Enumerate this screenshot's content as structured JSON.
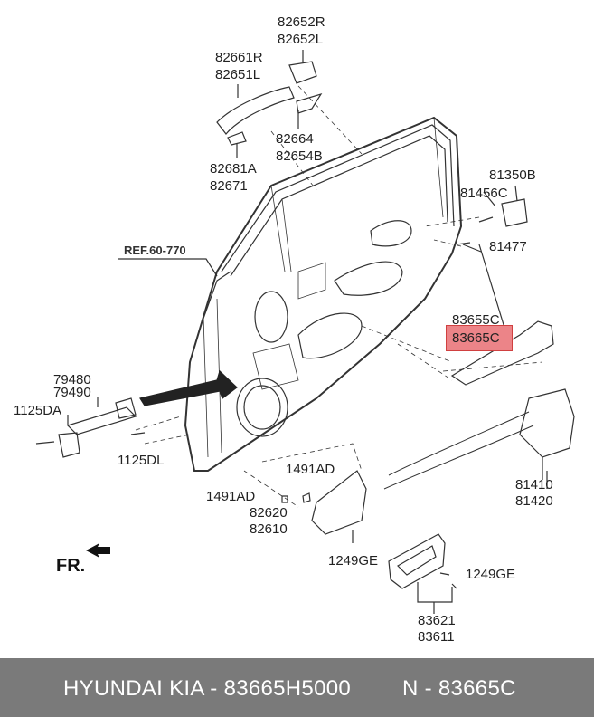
{
  "labels": {
    "p82652R": "82652R",
    "p82652L": "82652L",
    "p82661R": "82661R",
    "p82651L": "82651L",
    "p82664": "82664",
    "p82654B": "82654B",
    "p82681A": "82681A",
    "p82671": "82671",
    "p81350B": "81350B",
    "p81456C": "81456C",
    "p81477": "81477",
    "ref": "REF.60-770",
    "p83655C": "83655C",
    "p83665C": "83665C",
    "p79480": "79480",
    "p79490": "79490",
    "p1125DA": "1125DA",
    "p1125DL": "1125DL",
    "p1491AD_a": "1491AD",
    "p1491AD_b": "1491AD",
    "p82620": "82620",
    "p82610": "82610",
    "p81410": "81410",
    "p81420": "81420",
    "p1249GE_a": "1249GE",
    "p1249GE_b": "1249GE",
    "p83621": "83621",
    "p83611": "83611",
    "fr": "FR."
  },
  "footer": {
    "left": "HYUNDAI  KIA - 83665H5000",
    "right": "N - 83665C"
  },
  "colors": {
    "highlight": "#ec8488",
    "footer_bg": "#7a7a7a",
    "line": "#333333"
  }
}
